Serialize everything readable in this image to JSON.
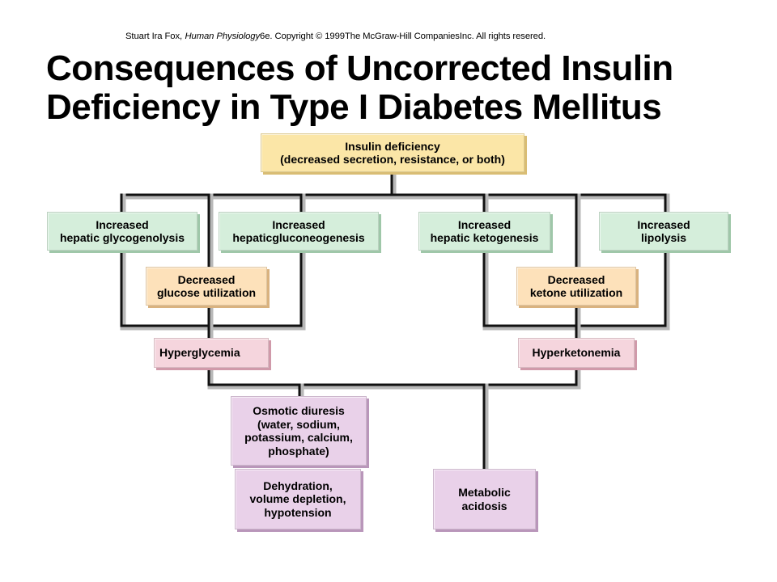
{
  "header": {
    "credit_author": "Stuart Ira Fox,",
    "credit_book": "Human Physiology",
    "credit_rest": "6e. Copyright © 1999The McGraw-Hill CompaniesInc. All rights resered.",
    "title_line1": "Consequences of Uncorrected Insulin",
    "title_line2": "Deficiency in Type I Diabetes Mellitus"
  },
  "boxes": {
    "insulin_deficiency": {
      "lines": [
        "Insulin deficiency",
        "(decreased secretion, resistance, or both)"
      ]
    },
    "glycogenolysis": {
      "lines": [
        "Increased",
        "hepatic glycogenolysis"
      ]
    },
    "gluconeogenesis": {
      "lines": [
        "Increased",
        "hepaticgluconeogenesis"
      ]
    },
    "ketogenesis": {
      "lines": [
        "Increased",
        "hepatic ketogenesis"
      ]
    },
    "lipolysis": {
      "lines": [
        "Increased",
        "lipolysis"
      ]
    },
    "glucose_utilization": {
      "lines": [
        "Decreased",
        "glucose utilization"
      ]
    },
    "ketone_utilization": {
      "lines": [
        "Decreased",
        "ketone utilization"
      ]
    },
    "hyperglycemia": {
      "lines": [
        "Hyperglycemia"
      ]
    },
    "hyperketonemia": {
      "lines": [
        "Hyperketonemia"
      ]
    },
    "osmotic_diuresis": {
      "lines": [
        "Osmotic diuresis",
        "(water, sodium,",
        "potassium, calcium,",
        "phosphate)"
      ]
    },
    "dehydration": {
      "lines": [
        "Dehydration,",
        "volume depletion,",
        "hypotension"
      ]
    },
    "metabolic_acidosis": {
      "lines": [
        "Metabolic",
        "acidosis"
      ]
    }
  },
  "colors": {
    "cause": {
      "fill": "#fbe6a7",
      "edge": "#d9bd74"
    },
    "increased": {
      "fill": "#d5eedb",
      "edge": "#9fc7a9"
    },
    "decreased": {
      "fill": "#fde1ba",
      "edge": "#d9b27f"
    },
    "blood_level": {
      "fill": "#f5d5dd",
      "edge": "#d09aaa"
    },
    "outcome": {
      "fill": "#e9d1e9",
      "edge": "#b996ba"
    },
    "connector": "#111111",
    "connector_shade": "#b8b8b8"
  }
}
